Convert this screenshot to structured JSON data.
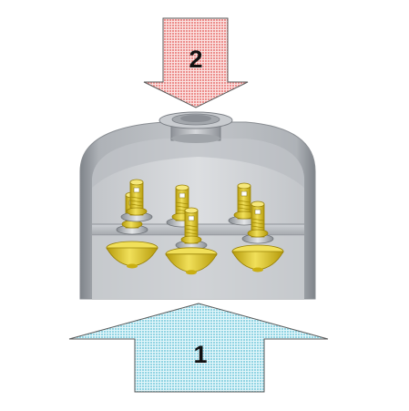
{
  "diagram": {
    "arrows": [
      {
        "id": "top",
        "label": "2",
        "direction": "down",
        "fill": "#f4a7a5",
        "stroke": "#555555"
      },
      {
        "id": "bottom",
        "label": "1",
        "direction": "up",
        "fill": "#b8e6ef",
        "stroke": "#555555"
      }
    ],
    "vessel": {
      "shell_color": "#a9adb2",
      "interior_color": "#d4d7db",
      "plate_color": "#bfc3c8"
    },
    "valves": {
      "count": 6,
      "color": "#e3c81c",
      "highlight_color": "#f6e87c",
      "shadow_color": "#a58e06"
    }
  }
}
